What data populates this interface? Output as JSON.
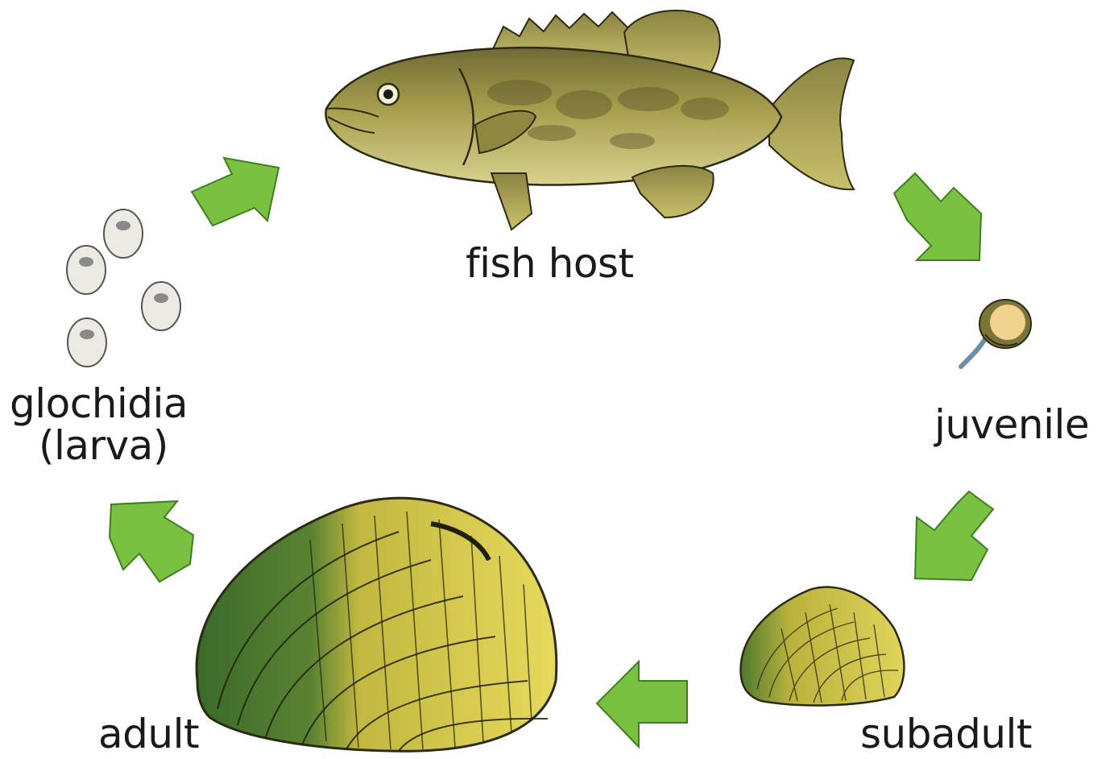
{
  "stages": {
    "fish_host": "fish host",
    "juvenile": "juvenile",
    "subadult": "subadult",
    "adult": "adult",
    "glochidia_line1": "glochidia",
    "glochidia_line2": "(larva)"
  },
  "colors": {
    "arrow": "#7ac142",
    "arrow_outline": "#3f7d21",
    "fish_body": "#b9ad55",
    "shell_yellow": "#d8cd4a",
    "shell_green": "#3e6b2c",
    "text": "#1a1a1a"
  },
  "icons": [
    "cycle-arrow-icon",
    "fish-illustration",
    "juvenile-mussel-illustration",
    "subadult-shell-illustration",
    "adult-shell-illustration",
    "glochidia-larva-illustration"
  ]
}
